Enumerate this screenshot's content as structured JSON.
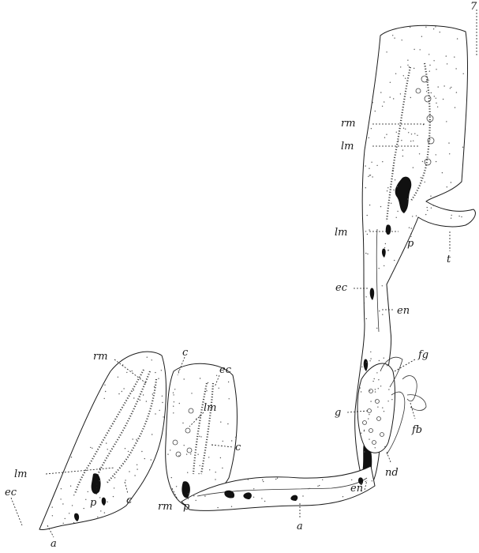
{
  "figure": {
    "labels": {
      "rm_top": "rm",
      "lm_top": "lm",
      "lm_mid": "lm",
      "p_top": "p",
      "t": "t",
      "ec_mid": "ec",
      "en_mid": "en",
      "fg": "fg",
      "g": "g",
      "fb": "fb",
      "nd": "nd",
      "en_low": "en",
      "rm_left": "rm",
      "lm_left": "lm",
      "ec_left": "ec",
      "p_left": "p",
      "c_left": "c",
      "a_left": "a",
      "c_center_top": "c",
      "ec_center": "ec",
      "lm_center": "lm",
      "c_center": "c",
      "rm_center": "rm",
      "p_center": "p",
      "a_bottom": "a",
      "corner_mark": "7"
    }
  }
}
